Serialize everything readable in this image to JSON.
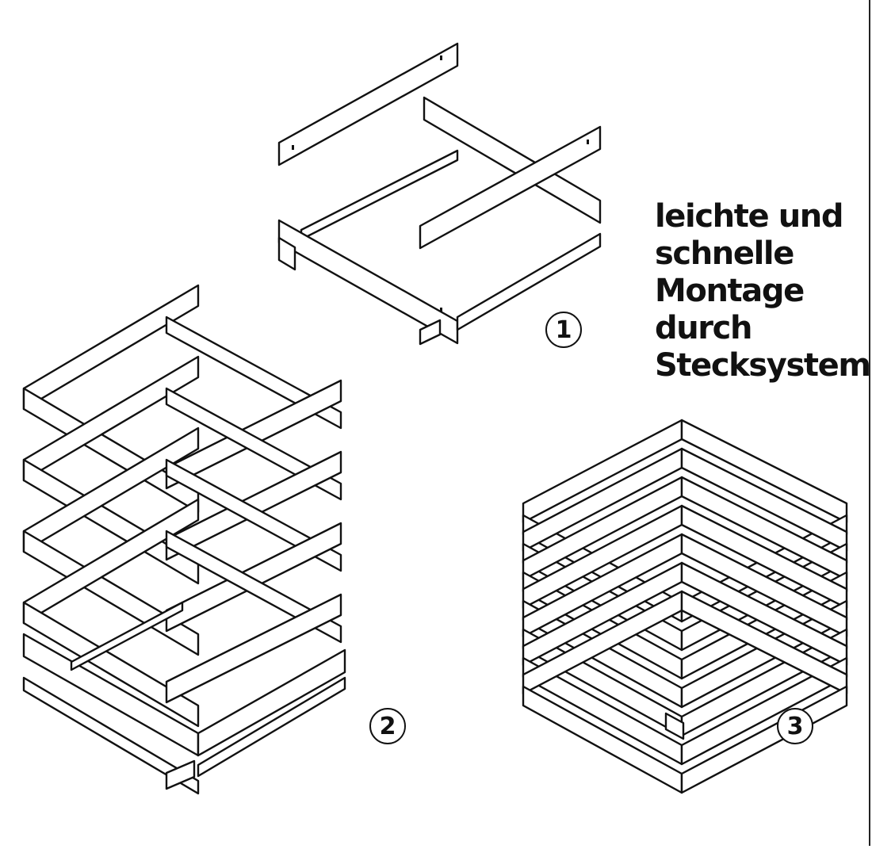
{
  "caption": {
    "lines": [
      "leichte und",
      "schnelle",
      "Montage",
      "durch",
      "Stecksystem"
    ]
  },
  "steps": [
    {
      "number": "1"
    },
    {
      "number": "2"
    },
    {
      "number": "3"
    }
  ],
  "colors": {
    "line": "#111111",
    "background": "#ffffff"
  }
}
